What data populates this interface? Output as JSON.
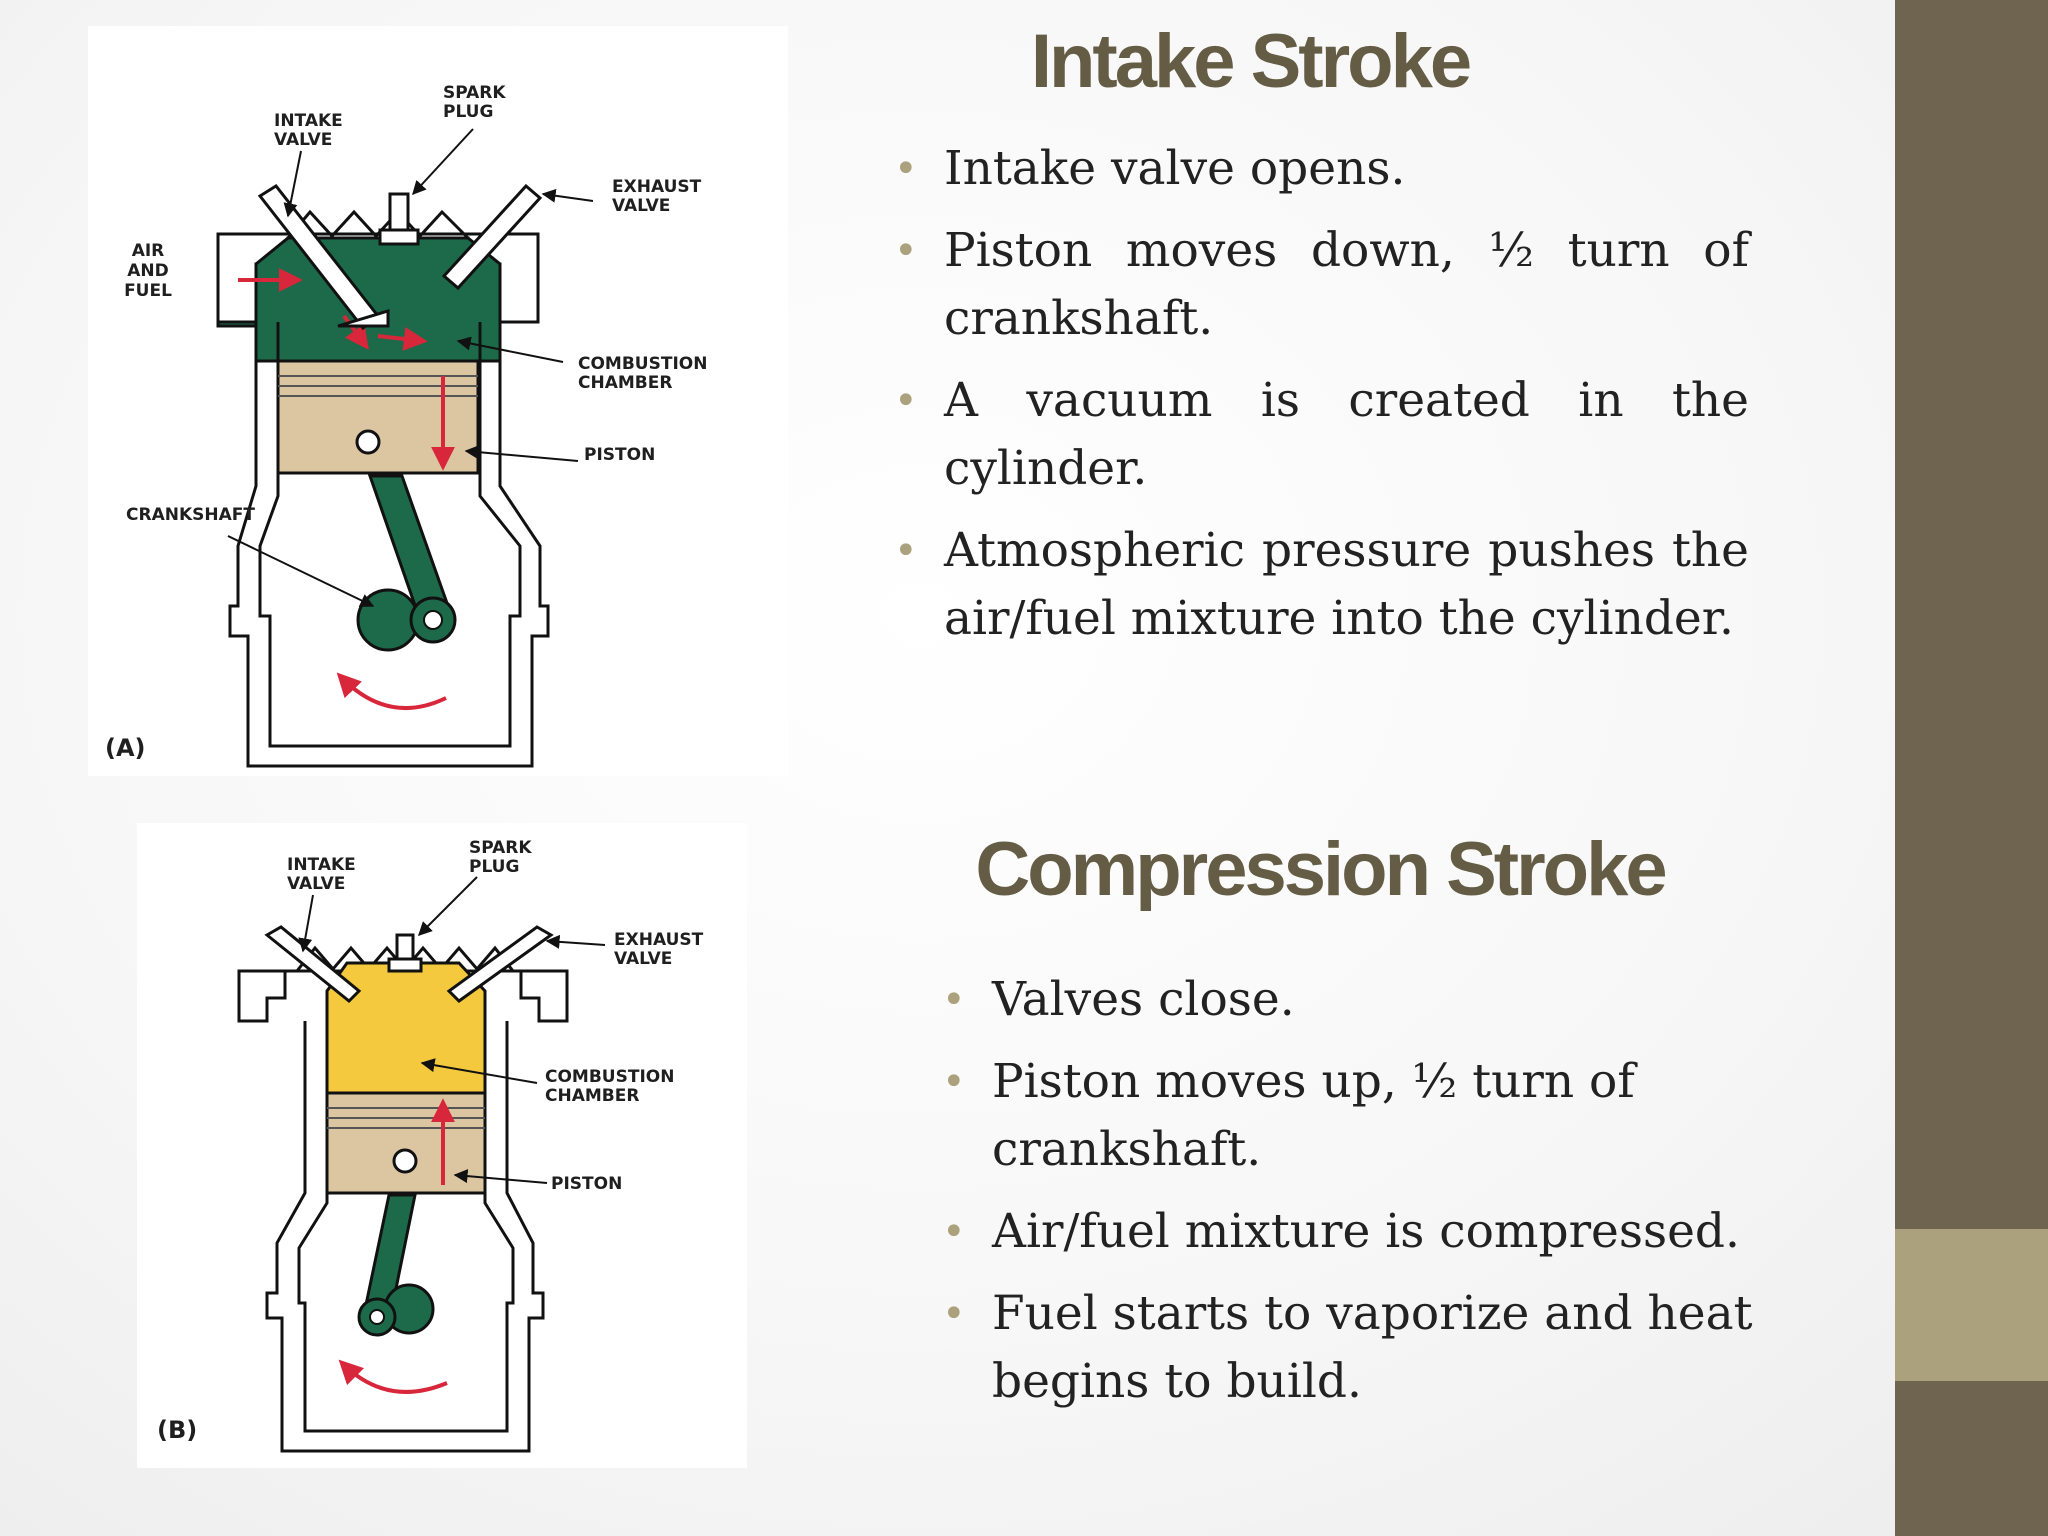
{
  "intake": {
    "title": "Intake Stroke",
    "bullets": [
      "Intake valve opens.",
      "Piston moves down, ½ turn of crankshaft.",
      "A vacuum is created in the cylinder.",
      "Atmospheric pressure pushes the air/fuel mixture into the cylinder."
    ]
  },
  "compression": {
    "title": "Compression Stroke",
    "bullets": [
      "Valves close.",
      "Piston moves up, ½ turn of crankshaft.",
      "Air/fuel mixture is compressed.",
      "Fuel starts to vaporize and heat begins to build."
    ]
  },
  "diagram_a": {
    "tag": "(A)",
    "labels": {
      "intake_valve": [
        "INTAKE",
        "VALVE"
      ],
      "spark_plug": [
        "SPARK",
        "PLUG"
      ],
      "exhaust_valve": [
        "EXHAUST",
        "VALVE"
      ],
      "air_fuel": [
        "AIR",
        "AND",
        "FUEL"
      ],
      "combustion_chamber": [
        "COMBUSTION",
        "CHAMBER"
      ],
      "piston": "PISTON",
      "crankshaft": "CRANKSHAFT"
    }
  },
  "diagram_b": {
    "tag": "(B)",
    "labels": {
      "intake_valve": [
        "INTAKE",
        "VALVE"
      ],
      "spark_plug": [
        "SPARK",
        "PLUG"
      ],
      "exhaust_valve": [
        "EXHAUST",
        "VALVE"
      ],
      "combustion_chamber": [
        "COMBUSTION",
        "CHAMBER"
      ],
      "piston": "PISTON"
    }
  },
  "colors": {
    "heading": "#645c45",
    "bullet": "#aba27d",
    "sidebar_dark": "#6e6450",
    "sidebar_light": "#aba27d",
    "mixture_green": "#1d6a4a",
    "compressed_yellow": "#f4c93e",
    "piston_tan": "#dcc6a2",
    "motion_red": "#d8263a"
  }
}
